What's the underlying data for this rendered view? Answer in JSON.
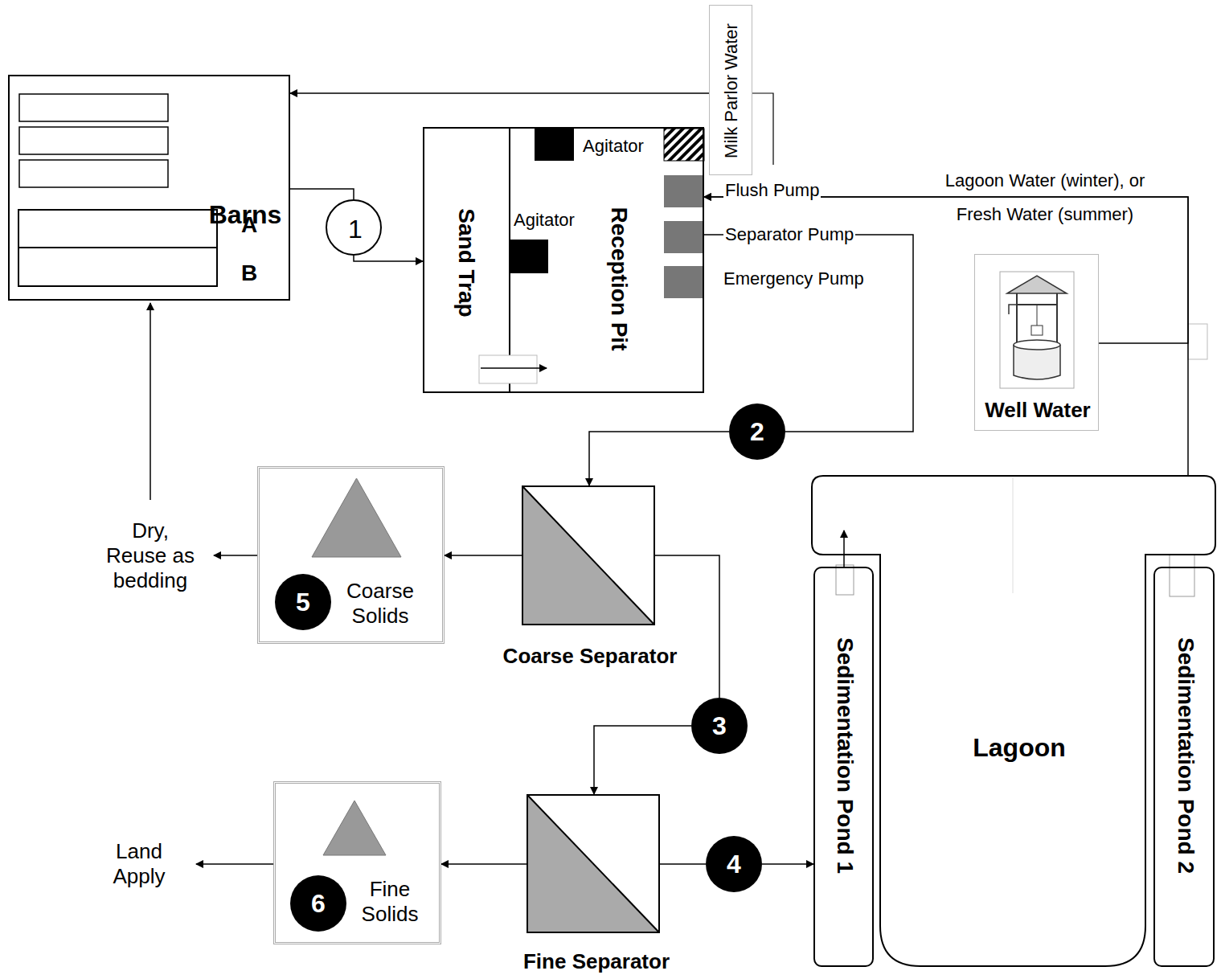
{
  "diagram": {
    "nodes": [
      {
        "text": [
          "Barns"
        ]
      },
      {
        "text": [
          "Milk Parlor Water"
        ]
      },
      {
        "text": [
          "Sand Trap",
          "Reception Pit"
        ]
      },
      {
        "text": [
          "1"
        ]
      },
      {
        "text": [
          "2"
        ]
      },
      {
        "text": [
          "Coarse Separator"
        ]
      },
      {
        "text": [
          "Coarse Solids"
        ]
      },
      {
        "text": [
          "5"
        ],
        "in": 6
      },
      {
        "text": [
          "3"
        ]
      },
      {
        "text": [
          "Fine Separator"
        ]
      },
      {
        "text": [
          "Fine Solids"
        ]
      },
      {
        "text": [
          "6"
        ],
        "in": 10
      },
      {
        "text": [
          "4"
        ]
      },
      {
        "text": [
          "Well Water"
        ]
      },
      {
        "text": [
          "Sedimentation Pond 1"
        ]
      },
      {
        "text": [
          "Lagoon"
        ]
      },
      {
        "text": [
          "Sedimentation Pond 2"
        ]
      }
    ],
    "edges": [
      {
        "from": 1,
        "to": 0,
        "arrow": "to"
      },
      {
        "from": 0,
        "to": 3,
        "arrow": "none"
      },
      {
        "from": 3,
        "to": 2,
        "arrow": "to"
      },
      {
        "from": 2,
        "to": 4,
        "arrow": "none"
      },
      {
        "from": 4,
        "to": 5,
        "arrow": "to"
      },
      {
        "from": 5,
        "to": 6,
        "arrow": "to"
      },
      {
        "from": 5,
        "to": 8,
        "arrow": "none"
      },
      {
        "from": 8,
        "to": 9,
        "arrow": "to"
      },
      {
        "from": 9,
        "to": 10,
        "arrow": "to"
      },
      {
        "from": 9,
        "to": 12,
        "arrow": "none"
      },
      {
        "from": 12,
        "to": 14,
        "arrow": "to"
      },
      {
        "from": 13,
        "to": 2,
        "arrow": "to"
      },
      {
        "from": 15,
        "to": 2,
        "arrow": "to"
      },
      {
        "from": 14,
        "to": 15,
        "arrow": "to"
      }
    ],
    "labels": [
      "A",
      "B",
      "Agitator",
      "Agitator",
      "Flush Pump",
      "Separator Pump",
      "Emergency Pump",
      "Lagoon Water (winter), or Fresh Water (summer)",
      "Dry, Reuse as bedding",
      "Land Apply"
    ]
  }
}
